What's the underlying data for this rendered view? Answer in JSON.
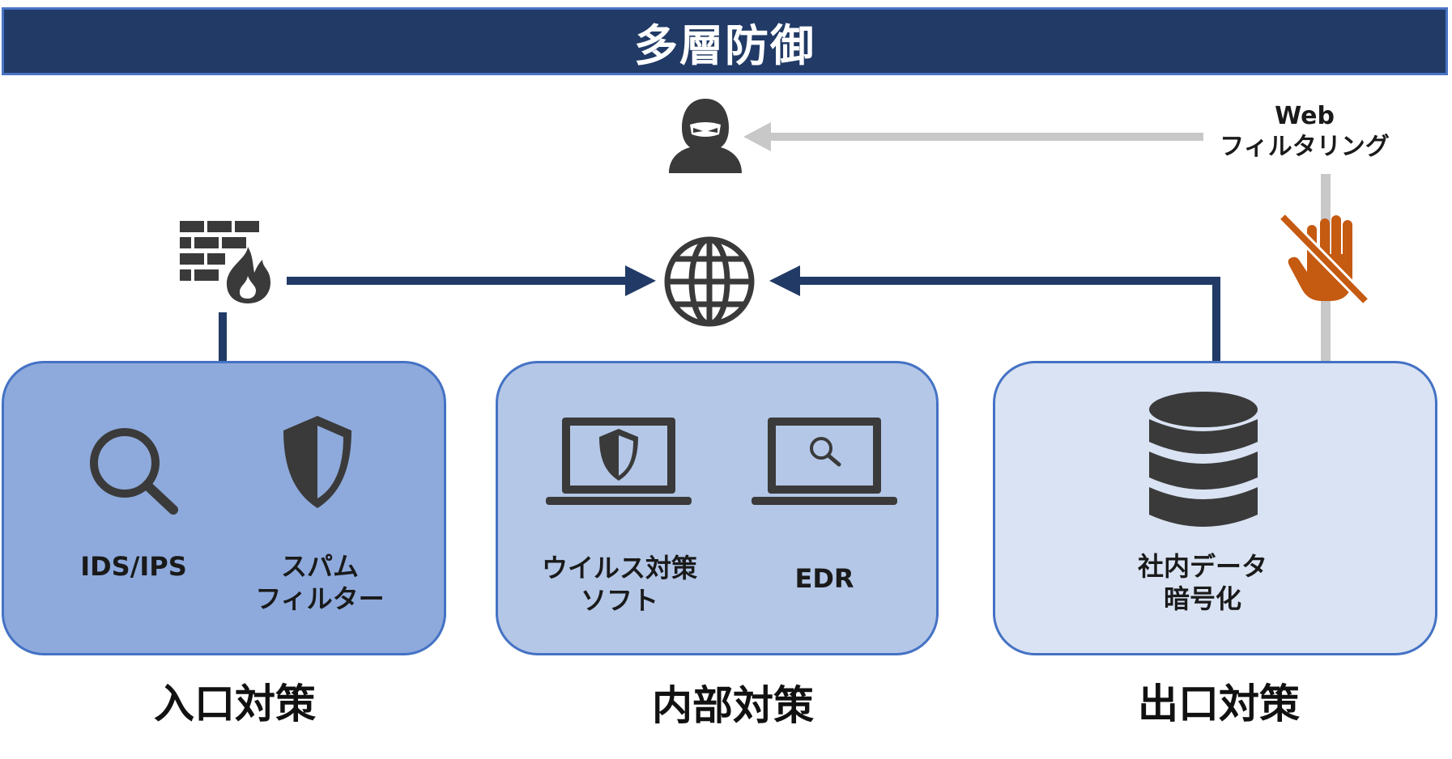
{
  "title": "多層防御",
  "web_filter": {
    "line1": "Web",
    "line2": "フィルタリング"
  },
  "entry": {
    "caption": "入口対策",
    "item1": "IDS/IPS",
    "item2_line1": "スパム",
    "item2_line2": "フィルター"
  },
  "internal": {
    "caption": "内部対策",
    "item1_line1": "ウイルス対策",
    "item1_line2": "ソフト",
    "item2": "EDR"
  },
  "exit": {
    "caption": "出口対策",
    "item1_line1": "社内データ",
    "item1_line2": "暗号化"
  },
  "colors": {
    "banner": "#213a66",
    "connector": "#213a66",
    "blocked_path": "#c8c8c8",
    "block_icon": "#c55a11",
    "icon": "#3a3a3a"
  }
}
